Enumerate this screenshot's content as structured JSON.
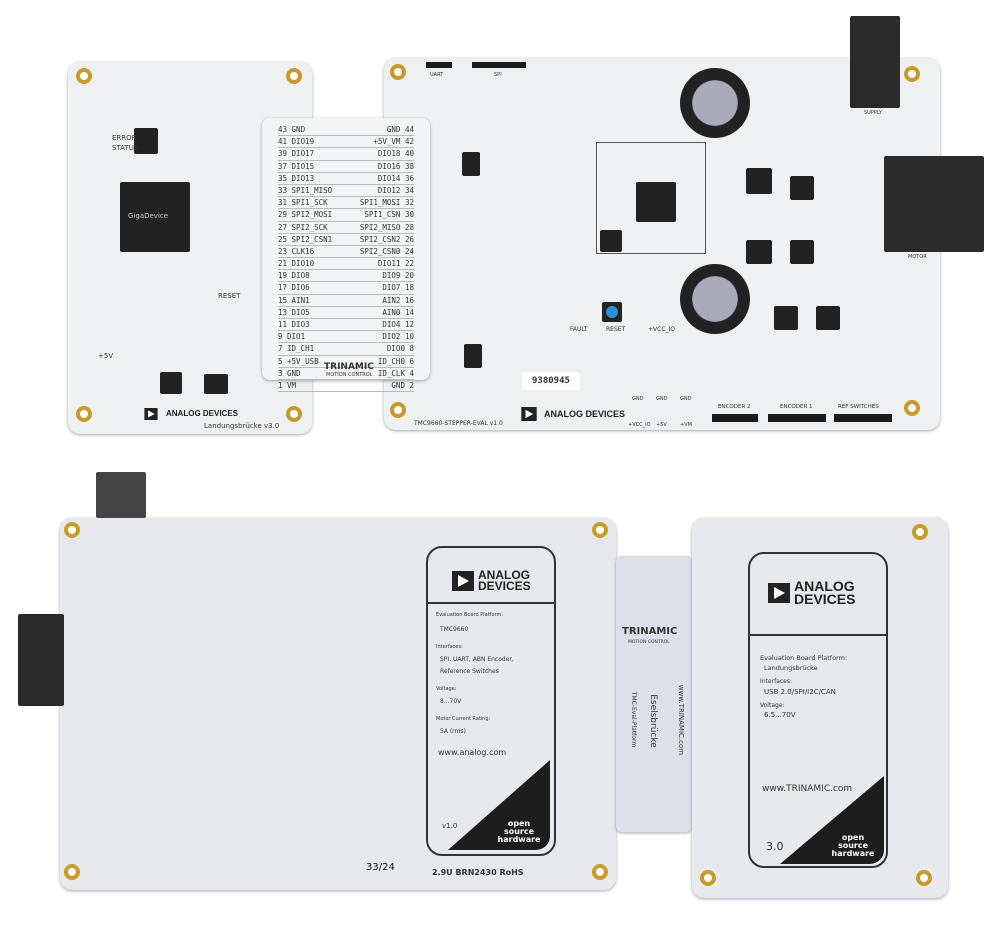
{
  "landungsbruecke_front": {
    "title": "Landungsbrücke v3.0",
    "mcu_brand": "GigaDevice",
    "labels": [
      "ERROR",
      "STATUS",
      "RESET",
      "+5V"
    ],
    "brand": "ANALOG DEVICES"
  },
  "eselsbruecke_pinout": {
    "left": [
      "43 GND",
      "41 DIO19",
      "39 DIO17",
      "37 DIO15",
      "35 DIO13",
      "33 SPI1_MISO",
      "31 SPI1_SCK",
      "29 SPI2_MOSI",
      "27 SPI2_SCK",
      "25 SPI2_CSN1",
      "23 CLK16",
      "21 DIO10",
      "19 DIO8",
      "17 DIO6",
      "15 AIN1",
      "13 DIO5",
      "11 DIO3",
      "9 DIO1",
      "7 ID_CH1",
      "5 +5V_USB",
      "3 GND",
      "1 VM"
    ],
    "right": [
      "GND 44",
      "+5V_VM 42",
      "DIO18 40",
      "DIO16 38",
      "DIO14 36",
      "DIO12 34",
      "SPI1_MOSI 32",
      "SPI1_CSN 30",
      "SPI2_MISO 28",
      "SPI2_CSN2 26",
      "SPI2_CSN0 24",
      "DIO11 22",
      "DIO9 20",
      "DIO7 18",
      "AIN2 16",
      "AIN0 14",
      "DIO4 12",
      "DIO2 10",
      "DIO0 8",
      "ID_CH0 6",
      "ID_CLK 4",
      "GND 2"
    ],
    "logo": "TRINAMIC",
    "logo_sub": "MOTION CONTROL"
  },
  "stepper_eval_front": {
    "title": "TMC9660-STEPPER-EVAL v1.0",
    "serial": "9380945",
    "connectors": [
      "UART",
      "SPI",
      "SUPPLY",
      "MOTOR",
      "ENCODER 2",
      "ENCODER 1",
      "REF SWITCHES"
    ],
    "buttons": {
      "reset": "RESET"
    },
    "leds": [
      "FAULT",
      "+VCC_IO"
    ],
    "testpoints": [
      "GND",
      "GND",
      "GND",
      "+VCC_IO",
      "+5V",
      "+VM"
    ],
    "brand": "ANALOG DEVICES",
    "button_color": "#2e8fd6"
  },
  "stepper_eval_back": {
    "brand": "ANALOG DEVICES",
    "platform_label": "Evaluation Board Platform:",
    "platform": "TMC9660",
    "interfaces_label": "Interfaces:",
    "interfaces": "SPI, UART, ABN Encoder,",
    "interfaces2": "Reference Switches",
    "voltage_label": "Voltage:",
    "voltage": "8...70V",
    "current_label": "Motor Current Rating:",
    "current": "5A (rms)",
    "url": "www.analog.com",
    "version": "v1.0",
    "oshw": "open source hardware",
    "marking": "2.9U BRN2430 RoHS",
    "handwritten": "33/24"
  },
  "eselsbruecke_back": {
    "logo": "TRINAMIC",
    "logo_sub": "MOTION CONTROL",
    "platform": "TMC-Eval-Platform",
    "name": "Eselsbrücke",
    "url": "www.TRINAMIC.com"
  },
  "landungsbruecke_back": {
    "brand": "ANALOG DEVICES",
    "platform_label": "Evaluation Board Platform:",
    "platform": "Landungsbrücke",
    "interfaces_label": "Interfaces:",
    "interfaces": "USB 2.0/SPI/I2C/CAN",
    "voltage_label": "Voltage:",
    "voltage": "6.5...70V",
    "url": "www.TRINAMIC.com",
    "version": "3.0",
    "oshw": "open source hardware"
  }
}
